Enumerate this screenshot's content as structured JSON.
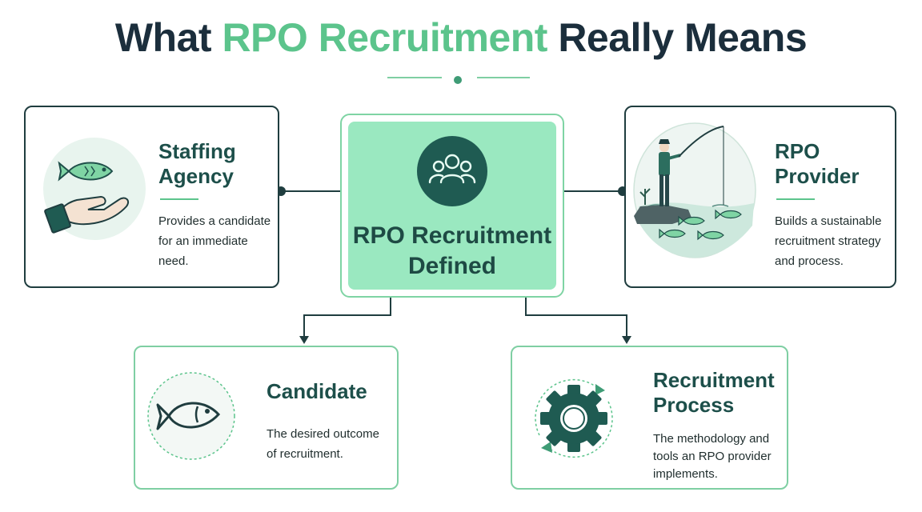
{
  "title": {
    "prefix": "What ",
    "highlight": "RPO Recruitment",
    "suffix": " Really Means"
  },
  "center": {
    "label_line1": "RPO Recruitment",
    "label_line2": "Defined",
    "icon": "people-group-icon"
  },
  "cards": {
    "staffing": {
      "heading_line1": "Staffing",
      "heading_line2": "Agency",
      "desc_line1": "Provides a candidate",
      "desc_line2": "for an immediate need.",
      "icon": "hand-holding-fish-icon"
    },
    "rpo": {
      "heading_line1": "RPO",
      "heading_line2": "Provider",
      "desc_line1": "Builds a sustainable",
      "desc_line2": "recruitment strategy",
      "desc_line3": "and process.",
      "icon": "fisherman-icon"
    },
    "candidate": {
      "heading": "Candidate",
      "desc_line1": "The desired outcome",
      "desc_line2": "of recruitment.",
      "icon": "fish-icon"
    },
    "process": {
      "heading_line1": "Recruitment",
      "heading_line2": "Process",
      "desc_line1": "The methodology and",
      "desc_line2": "tools an RPO provider",
      "desc_line3": "implements.",
      "icon": "gear-cycle-icon"
    }
  },
  "colors": {
    "accent": "#5cc48c",
    "dark": "#1f3d3f",
    "center_fill": "#9ae8c0"
  }
}
